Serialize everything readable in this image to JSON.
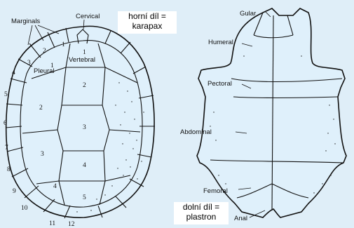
{
  "carapace": {
    "labels": {
      "marginals": "Marginals",
      "cervical": "Cervical",
      "pleural": "Pleural",
      "vertebral": "Vertebral"
    },
    "marginal_numbers": [
      "1",
      "2",
      "3",
      "4",
      "5",
      "6",
      "7",
      "8",
      "9",
      "10",
      "11",
      "12"
    ],
    "pleural_numbers": [
      "1",
      "2",
      "3",
      "4"
    ],
    "vertebral_numbers": [
      "1",
      "2",
      "3",
      "4",
      "5"
    ],
    "caption_line1": "horní díl =",
    "caption_line2": "karapax"
  },
  "plastron": {
    "labels": {
      "gular": "Gular",
      "humeral": "Humeral",
      "pectoral": "Pectoral",
      "abdominal": "Abdominal",
      "femoral": "Femoral",
      "anal": "Anal"
    },
    "caption_line1": "dolní díl =",
    "caption_line2": "plastron"
  },
  "colors": {
    "background": "#dfeef8",
    "shell": "#dff0fb",
    "ink": "#111111",
    "caption_bg": "#ffffff"
  }
}
